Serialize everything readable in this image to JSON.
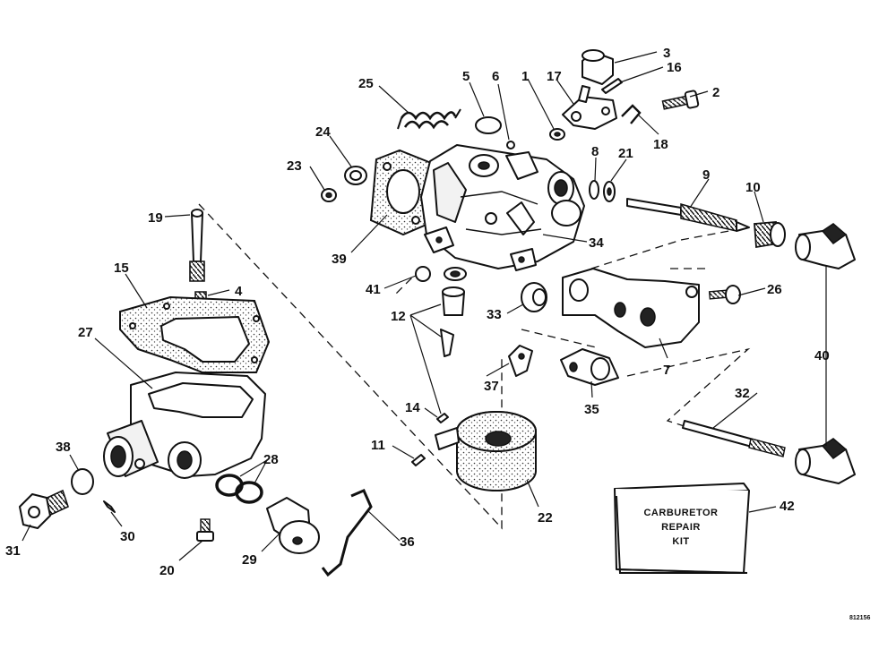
{
  "diagram": {
    "callouts": [
      "1",
      "2",
      "3",
      "4",
      "5",
      "6",
      "7",
      "8",
      "9",
      "10",
      "11",
      "12",
      "14",
      "15",
      "16",
      "17",
      "18",
      "19",
      "20",
      "21",
      "22",
      "23",
      "24",
      "25",
      "26",
      "27",
      "28",
      "29",
      "30",
      "31",
      "32",
      "33",
      "34",
      "35",
      "36",
      "37",
      "38",
      "39",
      "40",
      "41",
      "42"
    ],
    "kit_box": {
      "line1": "CARBURETOR",
      "line2": "REPAIR",
      "line3": "KIT"
    },
    "figure_code": "812156"
  }
}
